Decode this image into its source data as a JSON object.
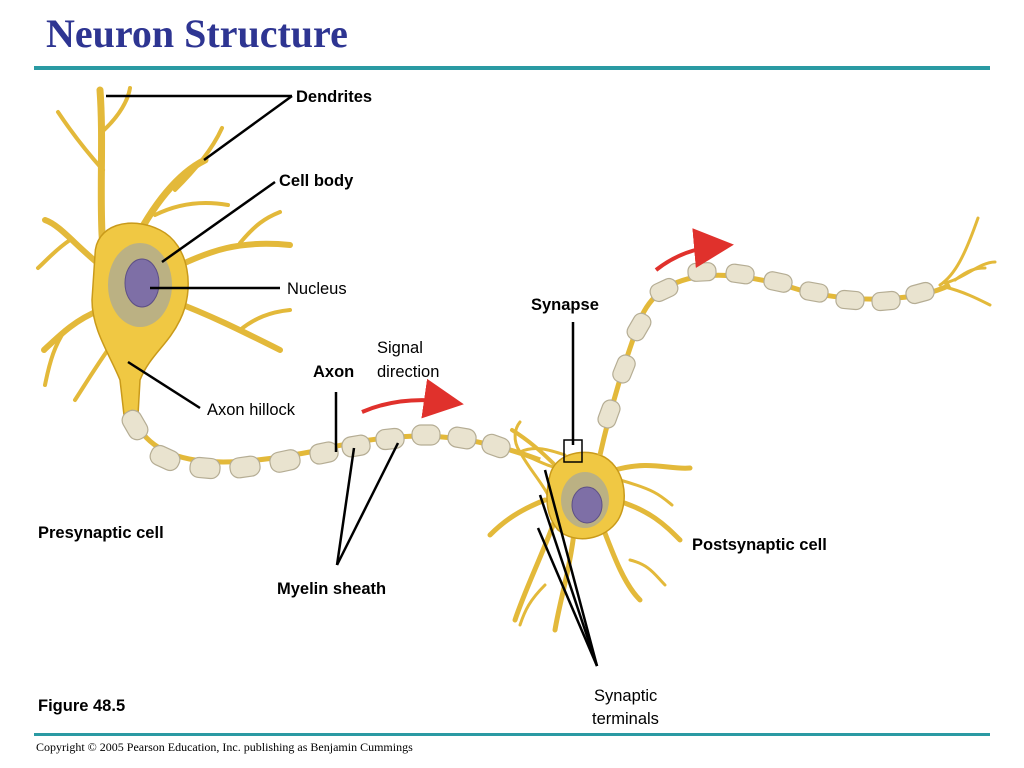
{
  "title": "Neuron Structure",
  "labels": {
    "dendrites": "Dendrites",
    "cell_body": "Cell body",
    "nucleus": "Nucleus",
    "axon": "Axon",
    "signal_direction_1": "Signal",
    "signal_direction_2": "direction",
    "axon_hillock": "Axon hillock",
    "synapse": "Synapse",
    "presynaptic_cell": "Presynaptic cell",
    "postsynaptic_cell": "Postsynaptic cell",
    "myelin_sheath": "Myelin sheath",
    "synaptic_terminals_1": "Synaptic",
    "synaptic_terminals_2": "terminals"
  },
  "figure_label": "Figure 48.5",
  "copyright": "Copyright © 2005 Pearson Education, Inc. publishing as Benjamin Cummings",
  "colors": {
    "title": "#2e3592",
    "rule": "#2a9aa3",
    "cell": "#f0c843",
    "cell_edge": "#c99a1a",
    "nucleus": "#7e6fa6",
    "myelin": "#e9e3cf",
    "arrow": "#e0312c"
  }
}
